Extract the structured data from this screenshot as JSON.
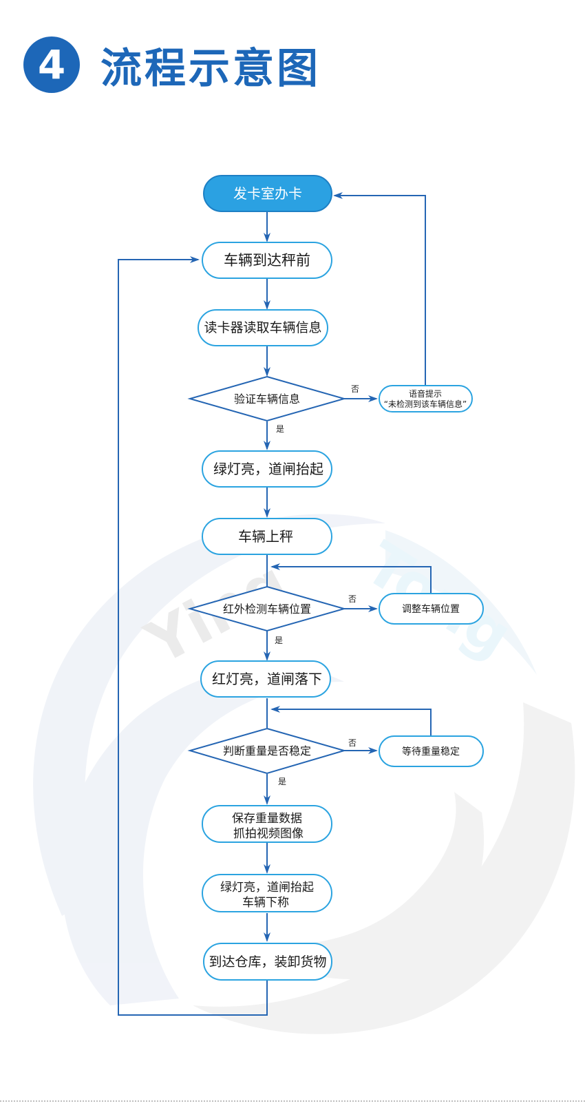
{
  "header": {
    "number": "4",
    "title": "流程示意图"
  },
  "flow": {
    "start": "发卡室办卡",
    "arrive": "车辆到达秤前",
    "read_card": "读卡器读取车辆信息",
    "verify": "验证车辆信息",
    "verify_no_line1": "语音提示",
    "verify_no_line2": "“未检测到该车辆信息”",
    "green_up": "绿灯亮，道闸抬起",
    "on_scale": "车辆上秤",
    "ir_check": "红外检测车辆位置",
    "adjust": "调整车辆位置",
    "red_down": "红灯亮，道闸落下",
    "weight_stable": "判断重量是否稳定",
    "wait_stable": "等待重量稳定",
    "save_line1": "保存重量数据",
    "save_line2": "抓拍视频图像",
    "leave_line1": "绿灯亮，道闸抬起",
    "leave_line2": "车辆下称",
    "warehouse": "到达仓库，装卸货物",
    "yes": "是",
    "no": "否"
  },
  "watermark": {
    "word1": "Ying",
    "word2": "Tong"
  },
  "colors": {
    "accent": "#1d67b8",
    "node_border": "#2aa3e0",
    "start_fill": "#2ba1e2",
    "arrow": "#2465b3"
  }
}
